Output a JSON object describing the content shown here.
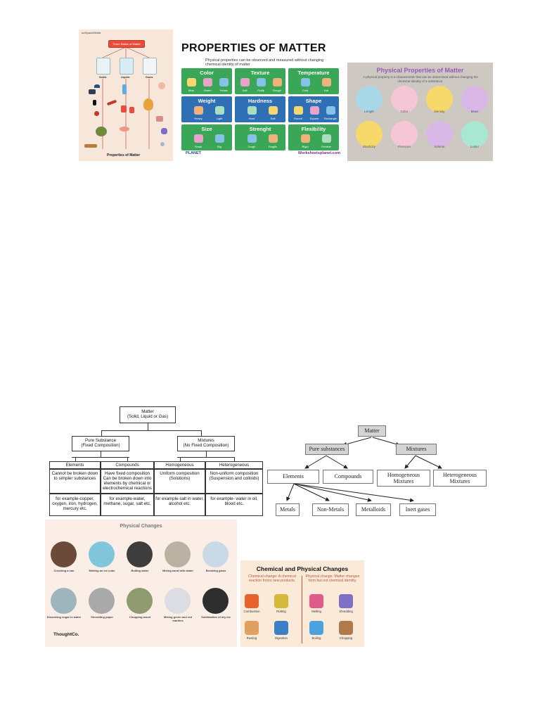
{
  "states_panel": {
    "logo": "sciSpaceMedia",
    "title": "Three States of Matter",
    "state_labels": [
      "Solids",
      "Liquids",
      "Gases"
    ],
    "items": [
      "Laptop",
      "Hat",
      "Smartphone",
      "Apple",
      "Three House",
      "Table",
      "Bottle",
      "Juice",
      "Milk",
      "Water",
      "Balloon",
      "Fan",
      "Air conditioner"
    ],
    "footer": "Properties of Matter"
  },
  "properties_panel": {
    "title": "PROPERTIES OF MATTER",
    "subtitle": "Physical properties can be observed and measured without changing chemical identity of matter",
    "tiles": [
      {
        "title": "Color",
        "labels": [
          "Blue",
          "Green",
          "Yellow"
        ],
        "color": "#3aa657"
      },
      {
        "title": "Texture",
        "labels": [
          "Soft",
          "Fluffy",
          "Rough"
        ],
        "color": "#3aa657"
      },
      {
        "title": "Temperature",
        "labels": [
          "Cold",
          "Hot"
        ],
        "color": "#3aa657"
      },
      {
        "title": "Weight",
        "labels": [
          "Heavy",
          "Light"
        ],
        "color": "#2f6fb5"
      },
      {
        "title": "Hardness",
        "labels": [
          "Hard",
          "Soft"
        ],
        "color": "#2f6fb5"
      },
      {
        "title": "Shape",
        "labels": [
          "Round",
          "Square",
          "Rectangle"
        ],
        "color": "#2f6fb5"
      },
      {
        "title": "Size",
        "labels": [
          "Small",
          "Big"
        ],
        "color": "#3aa657"
      },
      {
        "title": "Strenght",
        "labels": [
          "Tough",
          "Fragile"
        ],
        "color": "#3aa657"
      },
      {
        "title": "Flexibility",
        "labels": [
          "Rigid",
          "Flexible"
        ],
        "color": "#3aa657"
      }
    ],
    "brand": "PLANET",
    "site": "Worksheetsplanet.com"
  },
  "physical_properties_panel": {
    "title": "Physical Properties of Matter",
    "description": "A physical property is a characteristic that can be determined without changing the chemical identity of a substance.",
    "items": [
      {
        "label": "Length",
        "color": "#a8d8e8"
      },
      {
        "label": "Color",
        "color": "#f5c6d6"
      },
      {
        "label": "Density",
        "color": "#f7d86a"
      },
      {
        "label": "Mass",
        "color": "#d9b8e8"
      },
      {
        "label": "Elasticity",
        "color": "#f7d86a"
      },
      {
        "label": "Pressure",
        "color": "#f5c6d6"
      },
      {
        "label": "Volume",
        "color": "#d9b8e8"
      },
      {
        "label": "Luster",
        "color": "#a8e8d2"
      }
    ]
  },
  "classification_boxes": {
    "matter": "Matter",
    "matter_sub": "(Solid, Liquid or Gas)",
    "pure": "Pure Substance",
    "pure_sub": "(Fixed Composition)",
    "mixtures": "Mixtures",
    "mixtures_sub": "(No Fixed Composition)",
    "columns": [
      {
        "head": "Elements",
        "desc": "Cannot be broken down to simpler substances",
        "example": "for example-copper, oxygen, iron, hydrogen, mercury etc."
      },
      {
        "head": "Compounds",
        "desc": "Have fixed composition Can be broken down into elements by chemical or electrochemical reactions",
        "example": "for example-water, methane, sugar, salt etc."
      },
      {
        "head": "Homogeneous",
        "desc": "Uniform composition (Solutions)",
        "example": "for example-salt in water, alcohol etc."
      },
      {
        "head": "Heterogeneous",
        "desc": "Non-uniform composition (Suspension and colloids)",
        "example": "for example- water in oil, blood etc."
      }
    ]
  },
  "matter_tree": {
    "root": "Matter",
    "pure": "Pure substances",
    "mixtures": "Mixtures",
    "elements": "Elements",
    "compounds": "Compounds",
    "homogeneous": "Homogeneous Mixtures",
    "heterogeneous": "Heterogeneous Mixtures",
    "leaves": [
      "Metals",
      "Non-Metals",
      "Metalloids",
      "Inert gases"
    ]
  },
  "physical_changes_panel": {
    "title": "Physical Changes",
    "items": [
      {
        "label": "Crushing a can",
        "color": "#6b4a3a"
      },
      {
        "label": "Melting an ice cube",
        "color": "#7fc6dd"
      },
      {
        "label": "Boiling water",
        "color": "#3d3d3d"
      },
      {
        "label": "Mixing sand with water",
        "color": "#b9b2a3"
      },
      {
        "label": "Breaking glass",
        "color": "#c9d9e6"
      },
      {
        "label": "Dissolving sugar in water",
        "color": "#9fb5bd"
      },
      {
        "label": "Shredding paper",
        "color": "#a9a9a9"
      },
      {
        "label": "Chopping wood",
        "color": "#8f9a6e"
      },
      {
        "label": "Mixing green and red marbles",
        "color": "#dcdce3"
      },
      {
        "label": "Sublimation of dry ice",
        "color": "#2e2e2e"
      }
    ],
    "brand": "ThoughtCo."
  },
  "chem_phys_panel": {
    "title": "Chemical and Physical Changes",
    "chemical_desc": "Chemical change: A chemical reaction forms new products.",
    "physical_desc": "Physical change: Matter changes form but not chemical identity.",
    "chemical_items": [
      "Combustion",
      "Rotting",
      "Rusting",
      "Digestion"
    ],
    "physical_items": [
      "Melting",
      "Shredding",
      "Boiling",
      "Chopping"
    ],
    "chemical_color": "#c0563a",
    "physical_color": "#c0563a"
  }
}
